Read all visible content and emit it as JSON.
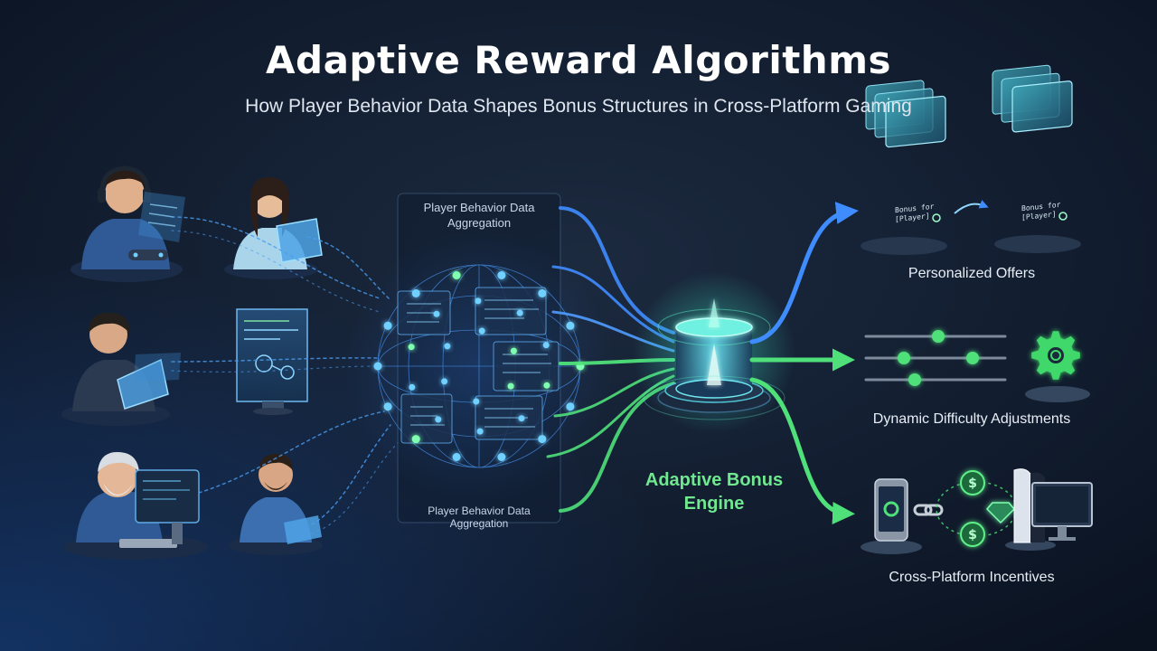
{
  "header": {
    "title": "Adaptive Reward Algorithms",
    "subtitle": "How Player Behavior Data Shapes Bonus Structures in Cross-Platform Gaming"
  },
  "aggregation": {
    "label_top": "Player Behavior Data Aggregation",
    "label_bottom": "Player Behavior Data Aggregation"
  },
  "engine": {
    "label": "Adaptive Bonus Engine"
  },
  "outputs": {
    "personalized": "Personalized Offers",
    "difficulty": "Dynamic Difficulty Adjustments",
    "cross_platform": "Cross-Platform Incentives"
  },
  "offer_card": {
    "line1": "Bonus for",
    "line2": "[Player]"
  },
  "icons": {
    "coin": "$"
  },
  "colors": {
    "background": "#0b1424",
    "blue_flow": "#3f8cff",
    "green_flow": "#4fe07a",
    "engine_glow": "#5ff0c8",
    "node": "#6fd0ff"
  }
}
